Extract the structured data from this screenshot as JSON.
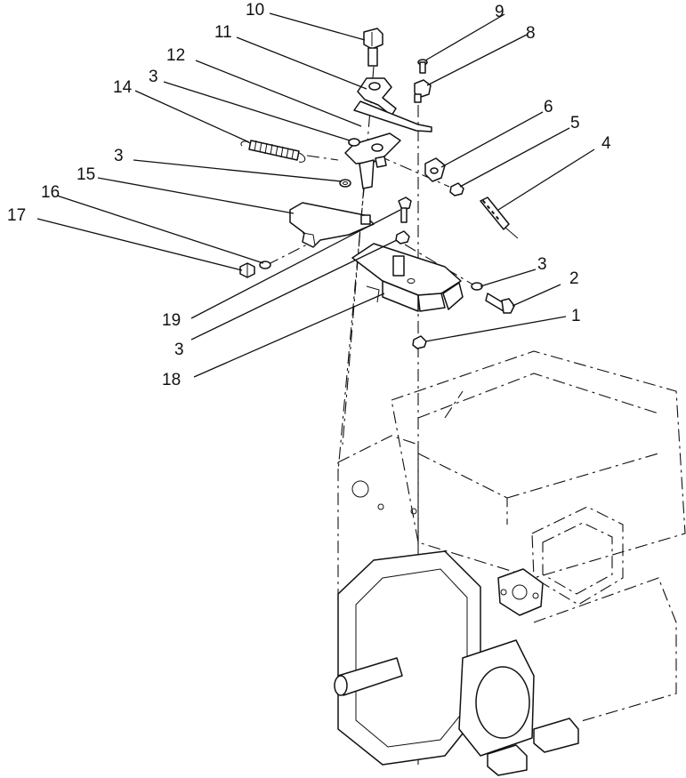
{
  "callouts": [
    {
      "id": "c10",
      "label": "10"
    },
    {
      "id": "c11",
      "label": "11"
    },
    {
      "id": "c9",
      "label": "9"
    },
    {
      "id": "c8",
      "label": "8"
    },
    {
      "id": "c12",
      "label": "12"
    },
    {
      "id": "c3a",
      "label": "3"
    },
    {
      "id": "c14",
      "label": "14"
    },
    {
      "id": "c6",
      "label": "6"
    },
    {
      "id": "c5",
      "label": "5"
    },
    {
      "id": "c4",
      "label": "4"
    },
    {
      "id": "c3b",
      "label": "3"
    },
    {
      "id": "c15",
      "label": "15"
    },
    {
      "id": "c16",
      "label": "16"
    },
    {
      "id": "c17",
      "label": "17"
    },
    {
      "id": "c3c",
      "label": "3"
    },
    {
      "id": "c2",
      "label": "2"
    },
    {
      "id": "c1",
      "label": "1"
    },
    {
      "id": "c19",
      "label": "19"
    },
    {
      "id": "c3d",
      "label": "3"
    },
    {
      "id": "c18",
      "label": "18"
    }
  ]
}
